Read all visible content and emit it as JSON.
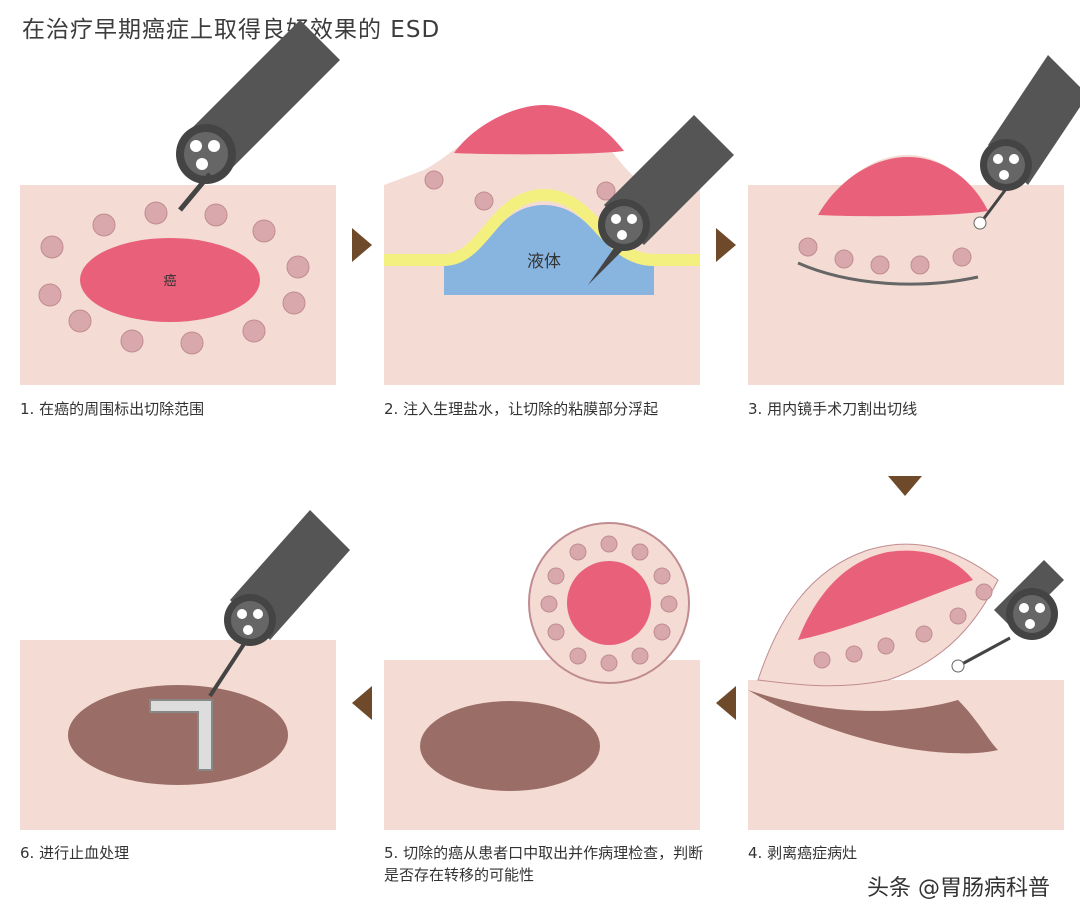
{
  "title": "在治疗早期癌症上取得良好效果的 ESD",
  "labels": {
    "cancer": "癌",
    "fluid": "液体"
  },
  "steps": [
    {
      "caption": "1. 在癌的周围标出切除范围"
    },
    {
      "caption": "2. 注入生理盐水，让切除的粘膜部分浮起"
    },
    {
      "caption": "3. 用内镜手术刀割出切线"
    },
    {
      "caption": "4. 剥离癌症病灶"
    },
    {
      "caption": "5. 切除的癌从患者口中取出并作病理检查，判断是否存在转移的可能性"
    },
    {
      "caption": "6. 进行止血处理"
    }
  ],
  "watermark": "头条 @胃肠病科普",
  "colors": {
    "tissue": "#f4dcd4",
    "tumor": "#e8607a",
    "dot": "#d8a8ac",
    "fluid": "#88b4e0",
    "yellow": "#f4f080",
    "wound": "#9a6e66",
    "scope": "#555555",
    "arrow": "#6e4a2a"
  }
}
